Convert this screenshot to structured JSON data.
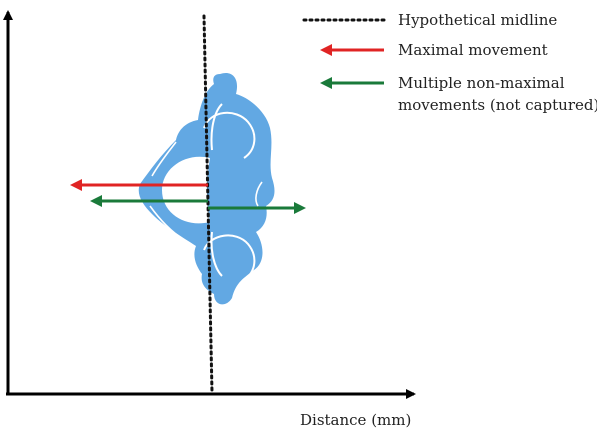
{
  "legend": {
    "items": [
      {
        "lines": [
          "Hypothetical midline"
        ],
        "style": "dotted",
        "color": "#111111"
      },
      {
        "lines": [
          "Maximal movement"
        ],
        "style": "arrow-left",
        "color": "#e02424"
      },
      {
        "lines": [
          "Multiple non-maximal",
          "movements (not captured)"
        ],
        "style": "arrow-left",
        "color": "#1a7a3a"
      }
    ]
  },
  "axes": {
    "x_label": "Distance (mm)",
    "color": "#000000"
  },
  "figure": {
    "vertebra_color": "#62a8e3",
    "vertebra_detail_color": "#ffffff",
    "midline_color": "#111111",
    "maximal_color": "#e02424",
    "non_maximal_color": "#1a7a3a"
  }
}
